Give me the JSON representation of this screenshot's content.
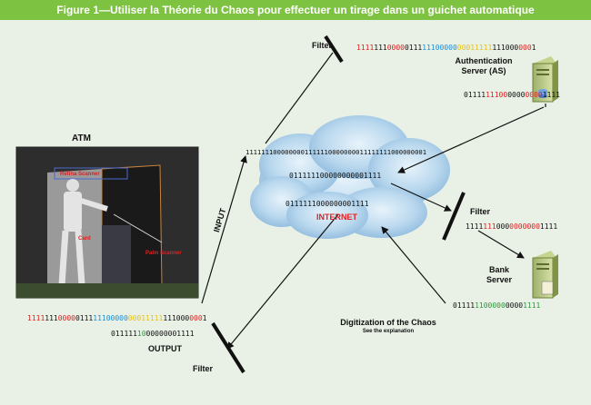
{
  "title": "Figure 1—Utiliser la Théorie du Chaos pour effectuer un tirage dans un guichet automatique",
  "labels": {
    "atm": "ATM",
    "input": "INPUT",
    "output": "OUTPUT",
    "internet": "INTERNET",
    "auth_server": [
      "Authentication",
      "Server (AS)"
    ],
    "bank_server": [
      "Bank",
      "Server"
    ],
    "filter_top": "Filter",
    "filter_right": "Filter",
    "filter_bottom": "Filter",
    "digitization_title": "Digitization of the Chaos",
    "digitization_sub": "See the explanation"
  },
  "atm_photo_labels": {
    "retina": "Retina Scanner",
    "card": "Card",
    "palm": "Palm Scanner"
  },
  "bit_strings": {
    "top_long": [
      {
        "t": "1111",
        "c": "#e02020"
      },
      {
        "t": "111",
        "c": "#111111"
      },
      {
        "t": "0000",
        "c": "#e02020"
      },
      {
        "t": "0111",
        "c": "#111111"
      },
      {
        "t": "11100000",
        "c": "#1a8fd8"
      },
      {
        "t": "00011111",
        "c": "#e6c21a"
      },
      {
        "t": "111000",
        "c": "#111111"
      },
      {
        "t": "000",
        "c": "#e02020"
      },
      {
        "t": "1",
        "c": "#111111"
      }
    ],
    "as_out": [
      {
        "t": "01111",
        "c": "#111111"
      },
      {
        "t": "11100",
        "c": "#e02020"
      },
      {
        "t": "0000",
        "c": "#111111"
      },
      {
        "t": "0000",
        "c": "#e02020"
      },
      {
        "t": "1111",
        "c": "#111111"
      }
    ],
    "cloud_top": [
      {
        "t": "1111111000000001111110000000011111111000000001",
        "c": "#111111"
      }
    ],
    "cloud_mid": [
      {
        "t": "011111100000000001111",
        "c": "#111111"
      }
    ],
    "cloud_low": [
      {
        "t": "0111111000000001111",
        "c": "#111111"
      }
    ],
    "right_filter_out": [
      {
        "t": "1111",
        "c": "#111111"
      },
      {
        "t": "111",
        "c": "#e02020"
      },
      {
        "t": "000",
        "c": "#111111"
      },
      {
        "t": "0000000",
        "c": "#e02020"
      },
      {
        "t": "1111",
        "c": "#111111"
      }
    ],
    "digitization": [
      {
        "t": "01111",
        "c": "#111111"
      },
      {
        "t": "1100000",
        "c": "#2a9a3a"
      },
      {
        "t": "0000",
        "c": "#111111"
      },
      {
        "t": "1111",
        "c": "#2a9a3a"
      }
    ],
    "bottom_long": [
      {
        "t": "1111",
        "c": "#e02020"
      },
      {
        "t": "111",
        "c": "#111111"
      },
      {
        "t": "0000",
        "c": "#e02020"
      },
      {
        "t": "0111",
        "c": "#111111"
      },
      {
        "t": "11100000",
        "c": "#1a8fd8"
      },
      {
        "t": "00011111",
        "c": "#e6c21a"
      },
      {
        "t": "111000",
        "c": "#111111"
      },
      {
        "t": "000",
        "c": "#e02020"
      },
      {
        "t": "1",
        "c": "#111111"
      }
    ],
    "bottom_short": [
      {
        "t": "011111",
        "c": "#111111"
      },
      {
        "t": "10",
        "c": "#2a9a3a"
      },
      {
        "t": "0000000",
        "c": "#111111"
      },
      {
        "t": "1111",
        "c": "#111111"
      }
    ]
  },
  "colors": {
    "title_bg": "#7ec242",
    "background": "#e9f1e6",
    "internet_text": "#e02020",
    "cloud_fill": "#a9cde8"
  }
}
